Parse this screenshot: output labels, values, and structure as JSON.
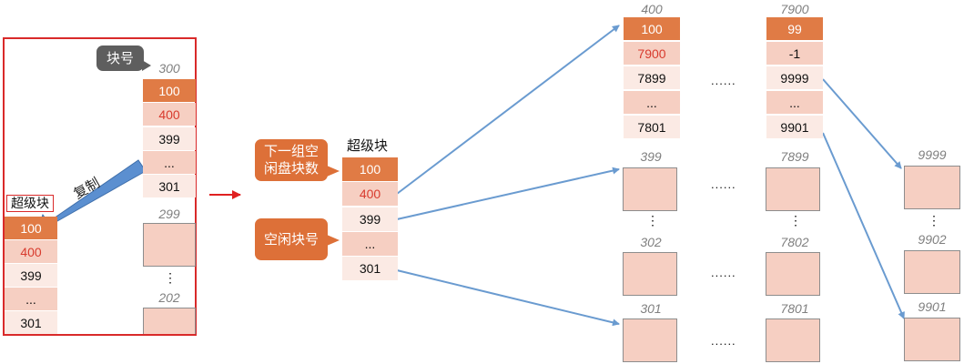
{
  "left_panel": {
    "block_no_label": "块号",
    "block300_label": "300",
    "block300_cells": [
      "100",
      "400",
      "399",
      "...",
      "301"
    ],
    "block299_label": "299",
    "block202_label": "202",
    "vdots": "⋮",
    "copy_label": "复制",
    "superblock_label": "超级块",
    "superblock_cells": [
      "100",
      "400",
      "399",
      "...",
      "301"
    ]
  },
  "middle": {
    "superblock_title": "超级块",
    "cells": [
      "100",
      "400",
      "399",
      "...",
      "301"
    ],
    "callout_next_group": "下一组空闲盘块数",
    "callout_free_block": "空闲块号"
  },
  "group1": {
    "top_label": "400",
    "top_cells": [
      "100",
      "7900",
      "7899",
      "...",
      "7801"
    ],
    "labels": [
      "399",
      "302",
      "301"
    ],
    "hdots": "......",
    "vdots": "⋮"
  },
  "group2": {
    "top_label": "7900",
    "top_cells": [
      "99",
      "-1",
      "9999",
      "...",
      "9901"
    ],
    "labels": [
      "7899",
      "7802",
      "7801"
    ],
    "vdots": "⋮"
  },
  "group3": {
    "labels": [
      "9999",
      "9902",
      "9901"
    ],
    "vdots": "⋮"
  },
  "colors": {
    "dark_cell": "#e07b45",
    "mid_cell": "#f6cfc2",
    "light_cell": "#fbeae4",
    "red_text": "#d83b2e",
    "arrow": "#6a9bd0",
    "frame": "#d92a2a",
    "callout": "#dd7038",
    "gray_callout": "#5e5e5e"
  }
}
